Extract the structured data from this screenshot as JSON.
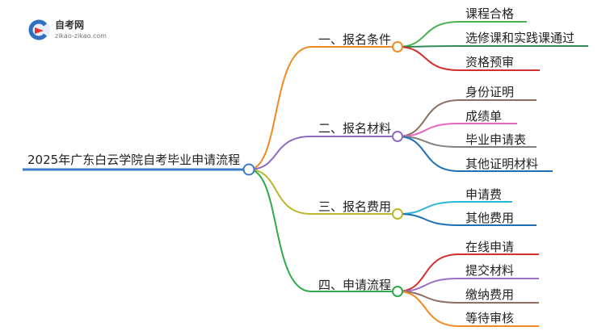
{
  "logo": {
    "title": "自考网",
    "url": "zikao-zikao.com",
    "icon": "zikao-logo-icon"
  },
  "root": {
    "label": "2025年广东白云学院自考毕业申请流程",
    "color": "#3a7bc8"
  },
  "branches": [
    {
      "label": "一、报名条件",
      "color": "#f08a24",
      "children": [
        {
          "label": "课程合格",
          "color": "#4caf50"
        },
        {
          "label": "选修课和实践课通过",
          "color": "#2e8b57"
        },
        {
          "label": "资格预审",
          "color": "#d32f2f"
        }
      ]
    },
    {
      "label": "二、报名材料",
      "color": "#8e6bbf",
      "children": [
        {
          "label": "身份证明",
          "color": "#8d6e63"
        },
        {
          "label": "成绩单",
          "color": "#e667c0"
        },
        {
          "label": "毕业申请表",
          "color": "#808080"
        },
        {
          "label": "其他证明材料",
          "color": "#1f6fb8"
        }
      ]
    },
    {
      "label": "三、报名费用",
      "color": "#b9b82a",
      "children": [
        {
          "label": "申请费",
          "color": "#2bb5d6"
        },
        {
          "label": "其他费用",
          "color": "#1f6fb8"
        }
      ]
    },
    {
      "label": "四、申请流程",
      "color": "#2eaa4a",
      "children": [
        {
          "label": "在线申请",
          "color": "#d32f2f"
        },
        {
          "label": "提交材料",
          "color": "#9c6fc7"
        },
        {
          "label": "缴纳费用",
          "color": "#8d6e63"
        },
        {
          "label": "等待审核",
          "color": "#f08a24"
        }
      ]
    }
  ]
}
